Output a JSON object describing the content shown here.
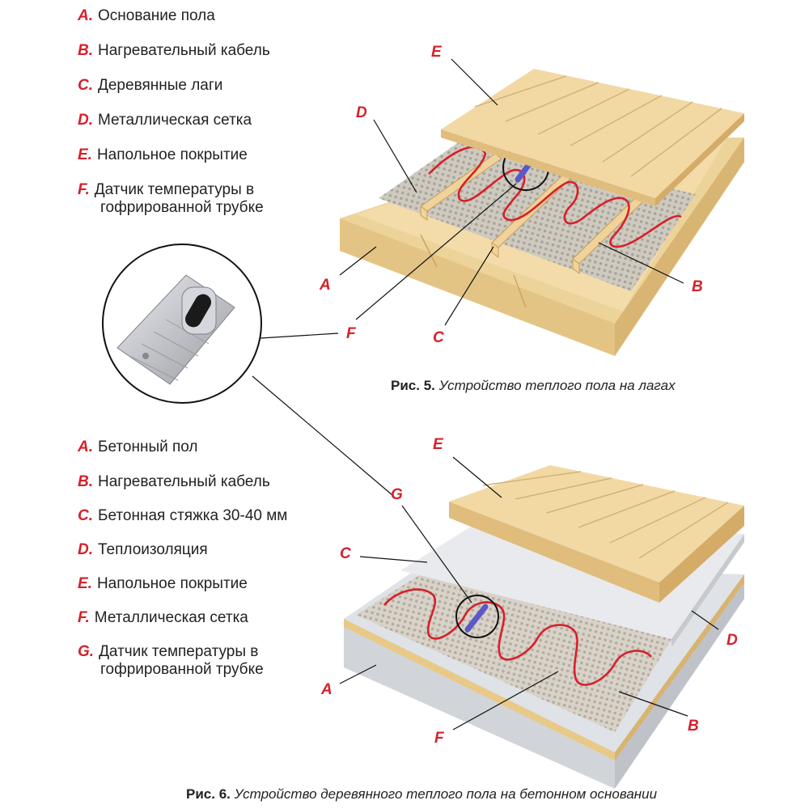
{
  "figure5": {
    "legend": [
      {
        "letter": "A.",
        "text": "Основание пола"
      },
      {
        "letter": "B.",
        "text": "Нагревательный кабель"
      },
      {
        "letter": "C.",
        "text": "Деревянные лаги"
      },
      {
        "letter": "D.",
        "text": "Металлическая сетка"
      },
      {
        "letter": "E.",
        "text": "Напольное покрытие"
      },
      {
        "letter": "F.",
        "text": "Датчик температуры в",
        "text2": "гофрированной трубке"
      }
    ],
    "callouts": {
      "A": "A",
      "B": "B",
      "C": "C",
      "D": "D",
      "E": "E",
      "F": "F"
    },
    "caption": {
      "prefix": "Рис. 5.",
      "text": "Устройство теплого пола  на лагах"
    }
  },
  "figure6": {
    "legend": [
      {
        "letter": "A.",
        "text": "Бетонный пол"
      },
      {
        "letter": "B.",
        "text": "Нагревательный кабель"
      },
      {
        "letter": "C.",
        "text": "Бетонная стяжка 30-40 мм"
      },
      {
        "letter": "D.",
        "text": "Теплоизоляция"
      },
      {
        "letter": "E.",
        "text": "Напольное покрытие"
      },
      {
        "letter": "F.",
        "text": "Металлическая сетка"
      },
      {
        "letter": "G.",
        "text": "Датчик температуры в",
        "text2": "гофрированной трубке"
      }
    ],
    "callouts": {
      "A": "A",
      "B": "B",
      "C": "C",
      "D": "D",
      "E": "E",
      "F": "F",
      "G": "G"
    },
    "caption": {
      "prefix": "Рис. 6.",
      "text": "Устройство деревянного теплого пола на бетонном  основании"
    }
  },
  "colors": {
    "accent": "#d6202a",
    "wood": "#f0d9a0",
    "wood_dark": "#e3c27e",
    "concrete": "#e4e6ea",
    "cable": "#d6202a",
    "sensor": "#6a6ad0"
  }
}
